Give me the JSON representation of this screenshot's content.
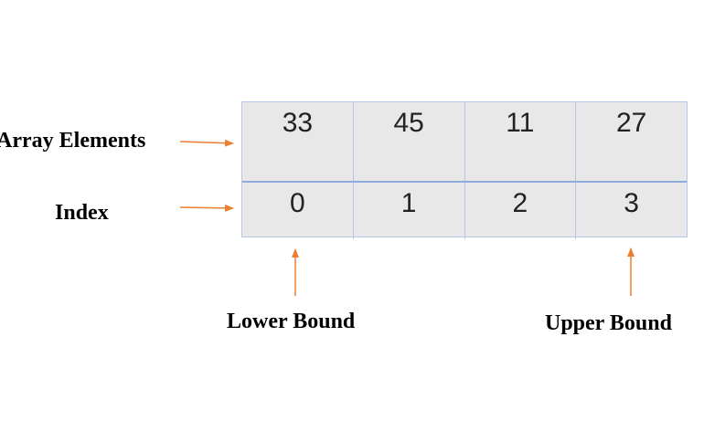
{
  "labels": {
    "array_elements": "Array Elements",
    "index": "Index",
    "lower_bound": "Lower Bound",
    "upper_bound": "Upper Bound"
  },
  "array": {
    "elements": [
      "33",
      "45",
      "11",
      "27"
    ],
    "indices": [
      "0",
      "1",
      "2",
      "3"
    ]
  },
  "colors": {
    "arrow": "#ed7d31",
    "cell_fill": "#e8e8e8",
    "cell_border": "#b4c7e7",
    "divider": "#8faadc"
  }
}
